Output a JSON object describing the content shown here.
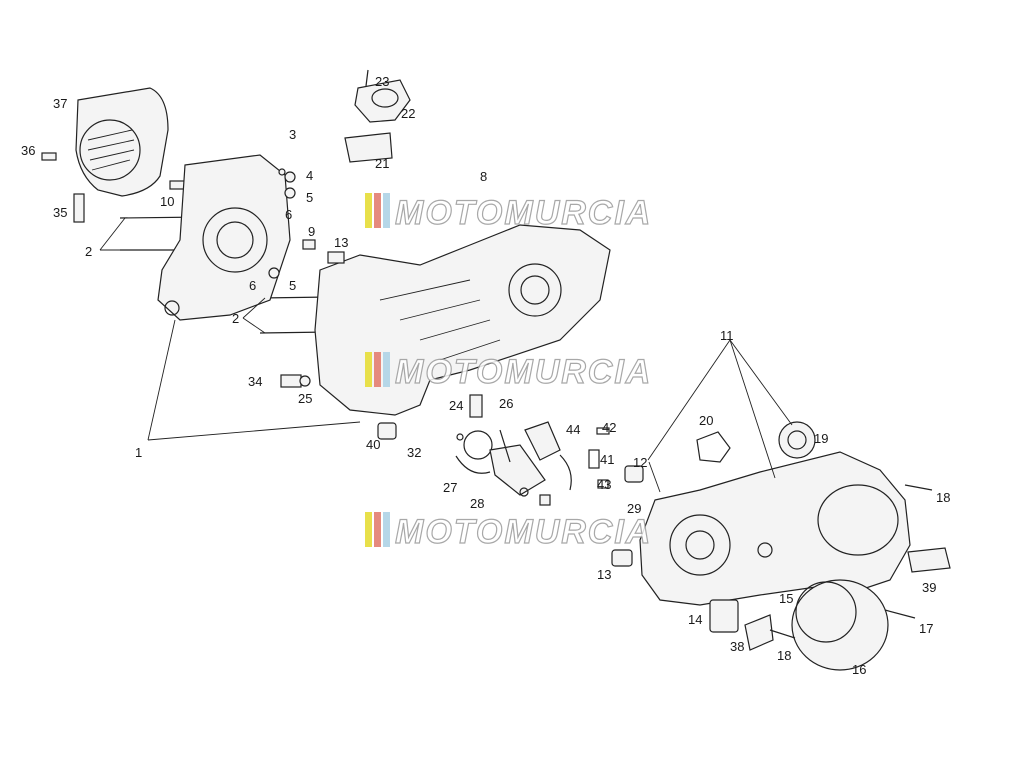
{
  "watermark": {
    "text": "MOTOMURCIA",
    "stripe_colors": [
      "#e8e04a",
      "#e58a7e",
      "#b6d7e8",
      "#f0c0c8"
    ]
  },
  "callouts": [
    "1",
    "2",
    "2",
    "3",
    "4",
    "5",
    "5",
    "6",
    "6",
    "8",
    "9",
    "10",
    "11",
    "12",
    "13",
    "13",
    "14",
    "15",
    "16",
    "17",
    "18",
    "18",
    "19",
    "20",
    "21",
    "22",
    "23",
    "24",
    "25",
    "26",
    "27",
    "28",
    "29",
    "32",
    "34",
    "35",
    "36",
    "37",
    "38",
    "39",
    "40",
    "41",
    "42",
    "43",
    "44"
  ]
}
